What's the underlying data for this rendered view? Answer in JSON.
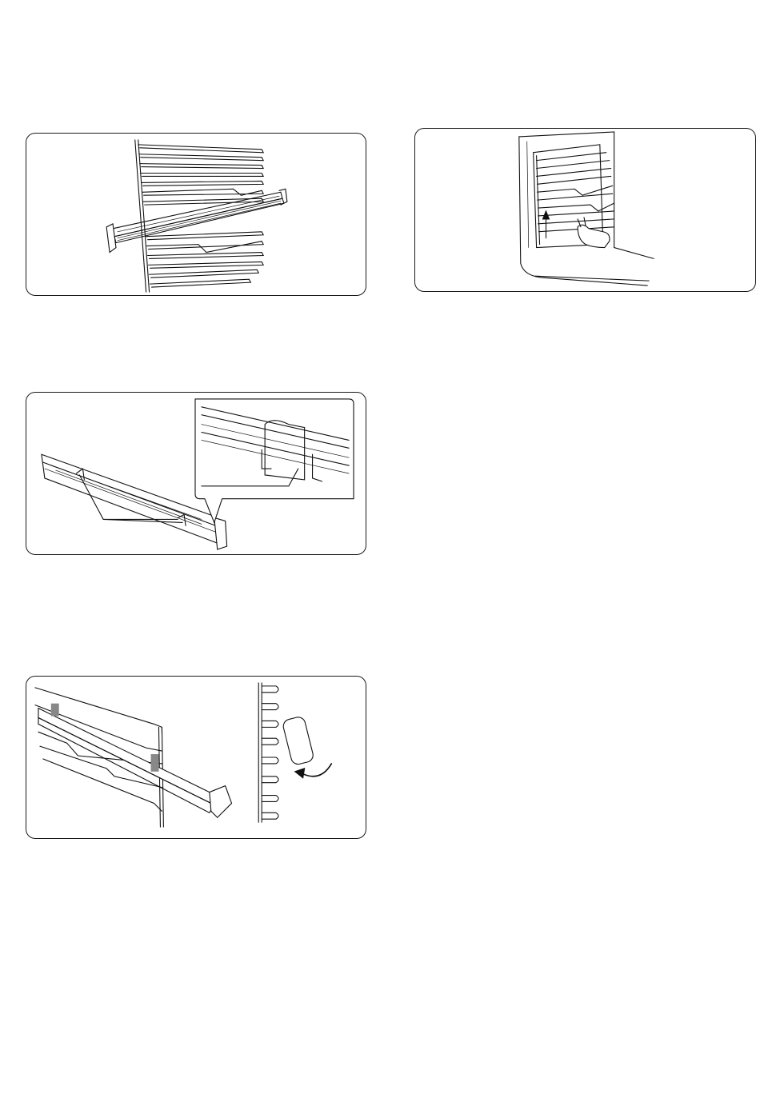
{
  "page": {
    "figures": [
      {
        "id": "fig-shelf-rail-side-rack"
      },
      {
        "id": "fig-remove-side-rack"
      },
      {
        "id": "fig-rail-clip-detail"
      },
      {
        "id": "fig-rail-rotate-fit"
      }
    ]
  }
}
